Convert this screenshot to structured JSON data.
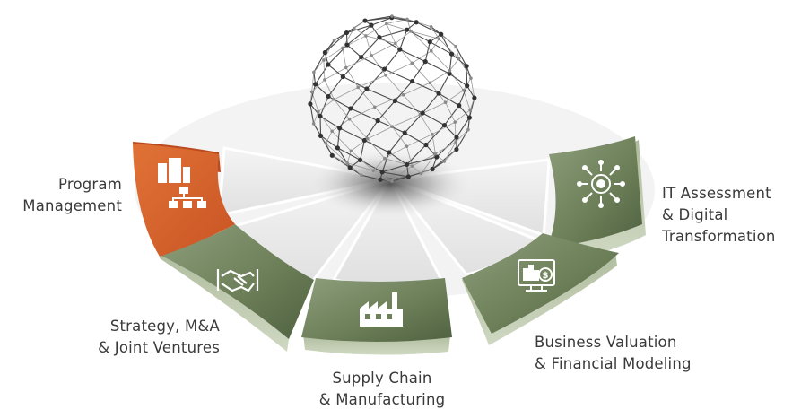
{
  "segments": [
    {
      "id": "program-management",
      "lines": [
        "Program",
        "Management"
      ],
      "icon": "org-chart-icon",
      "color": "#d4622c",
      "active": true
    },
    {
      "id": "strategy",
      "lines": [
        "Strategy, M&A",
        "& Joint Ventures"
      ],
      "icon": "handshake-icon",
      "color": "#6b7f5a",
      "active": false
    },
    {
      "id": "supply-chain",
      "lines": [
        "Supply Chain",
        "& Manufacturing"
      ],
      "icon": "factory-icon",
      "color": "#6b7f5a",
      "active": false
    },
    {
      "id": "business-valuation",
      "lines": [
        "Business Valuation",
        "& Financial Modeling"
      ],
      "icon": "monitor-chart-icon",
      "color": "#6b7f5a",
      "active": false
    },
    {
      "id": "it-assessment",
      "lines": [
        "IT Assessment",
        "& Digital",
        "Transformation"
      ],
      "icon": "gear-circuit-icon",
      "color": "#6b7f5a",
      "active": false
    }
  ],
  "center_graphic": "network-globe"
}
